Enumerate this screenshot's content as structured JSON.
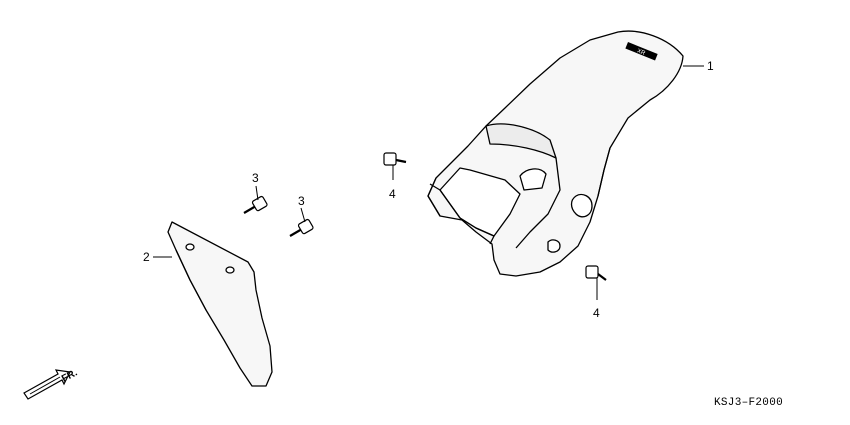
{
  "diagram": {
    "callouts": [
      "1",
      "2",
      "3",
      "3",
      "4",
      "4"
    ],
    "fr_label": "FR.",
    "drawing_code": "KSJ3–F2000",
    "fender_decal_text": "XR"
  },
  "colors": {
    "line": "#000000",
    "background": "#ffffff",
    "part_fill": "#f7f7f7"
  }
}
